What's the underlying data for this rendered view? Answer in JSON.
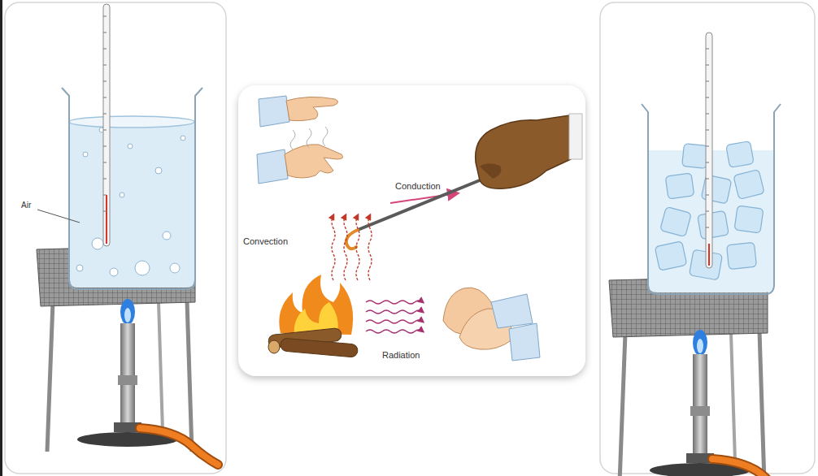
{
  "diagram": {
    "labels": [
      "Air",
      "Conduction",
      "Convection",
      "Radiation"
    ]
  }
}
